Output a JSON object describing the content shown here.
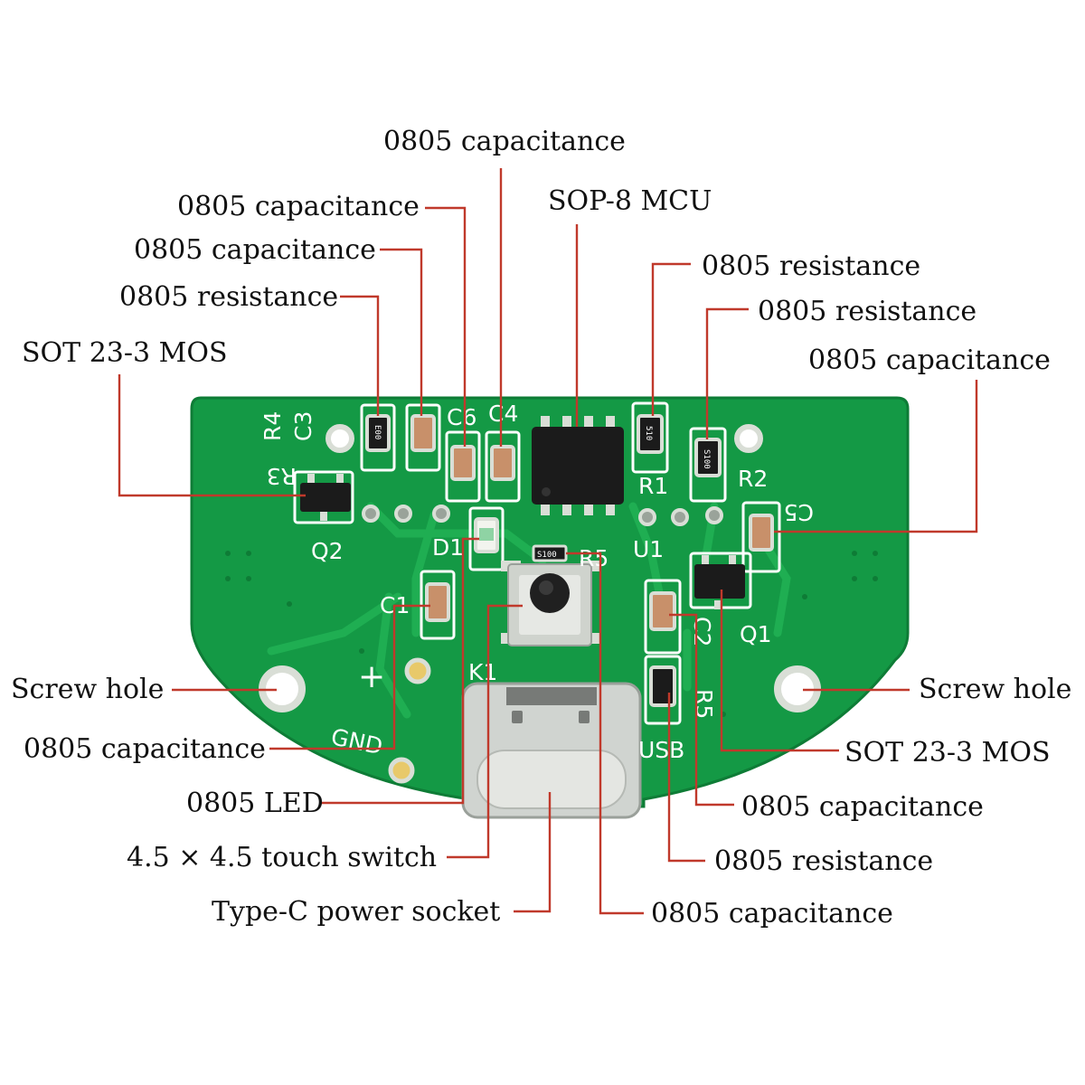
{
  "colors": {
    "board": "#149945",
    "board_dark": "#0e7c36",
    "trace": "#1fae52",
    "pad": "#d9ded6",
    "leader": "#c0392b",
    "component_body": "#c8906a",
    "chip": "#1b1b1b",
    "silkscreen": "#ffffff"
  },
  "callouts": {
    "top_capacitance": "0805 capacitance",
    "mcu": "SOP-8 MCU",
    "left_capacitance_1": "0805 capacitance",
    "left_capacitance_2": "0805 capacitance",
    "left_resistance": "0805 resistance",
    "left_mos": "SOT 23-3 MOS",
    "right_resistance_1": "0805 resistance",
    "right_resistance_2": "0805 resistance",
    "right_capacitance": "0805 capacitance",
    "screw_hole_left": "Screw hole",
    "screw_hole_right": "Screw hole",
    "bottom_left_capacitance": "0805 capacitance",
    "led": "0805 LED",
    "touch_switch": "4.5 × 4.5 touch switch",
    "type_c": "Type-C power socket",
    "right_mos": "SOT 23-3 MOS",
    "bottom_right_capacitance": "0805 capacitance",
    "bottom_right_resistance": "0805 resistance",
    "bottom_center_capacitance": "0805 capacitance"
  },
  "silkscreen": {
    "r4": "R4",
    "c3": "C3",
    "c6": "C6",
    "c4": "C4",
    "r3": "R3",
    "q2": "Q2",
    "d1": "D1",
    "r5": "R5",
    "u1": "U1",
    "r1": "R1",
    "r2": "R2",
    "c5": "C5",
    "c1": "C1",
    "c2": "C2",
    "q1": "Q1",
    "k1": "K1",
    "plus": "+",
    "gnd": "GND",
    "usb": "USB",
    "r5b": "R5",
    "marking_510": "510",
    "marking_s100": "S100",
    "marking_e00": "E00"
  }
}
